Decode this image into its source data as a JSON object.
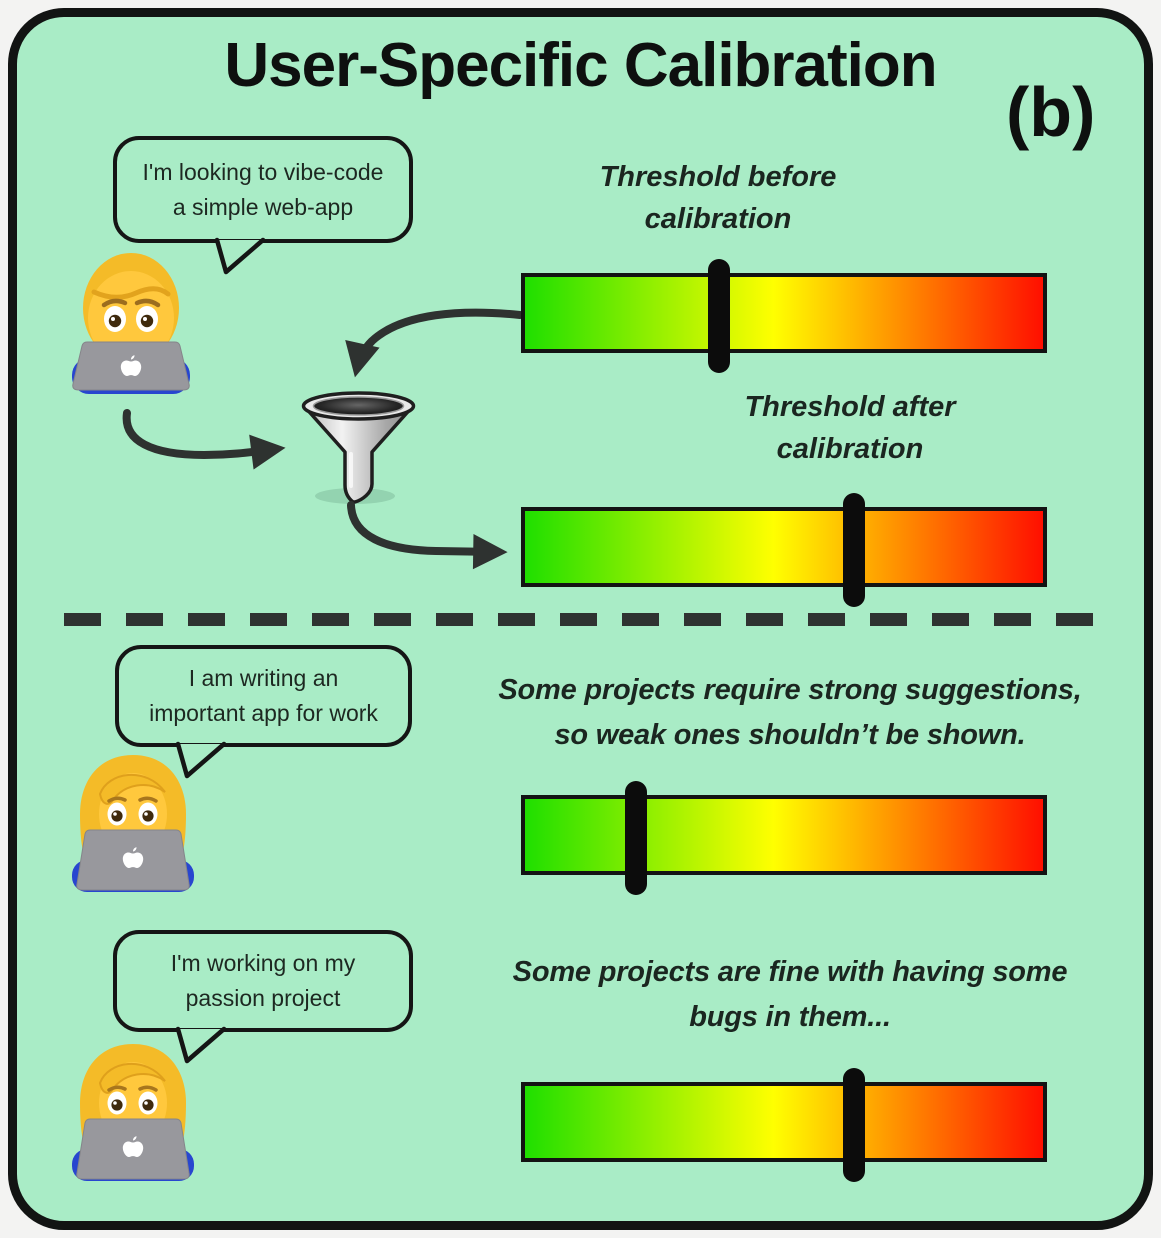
{
  "header": {
    "title": "User-Specific Calibration",
    "panel_label": "(b)"
  },
  "speech_bubbles": [
    {
      "speaker": "man-technologist",
      "lines": [
        "I'm looking to vibe-code",
        "a simple web-app"
      ]
    },
    {
      "speaker": "woman-technologist",
      "lines": [
        "I am writing an",
        "important app for work"
      ]
    },
    {
      "speaker": "woman-technologist",
      "lines": [
        "I'm working on my",
        "passion project"
      ]
    }
  ],
  "threshold_labels": [
    {
      "lines": [
        "Threshold before",
        "calibration"
      ]
    },
    {
      "lines": [
        "Threshold after",
        "calibration"
      ]
    }
  ],
  "annotations": [
    {
      "lines": [
        "Some projects require strong suggestions,",
        "so weak ones shouldn’t be shown."
      ]
    },
    {
      "lines": [
        "Some projects are fine with having some",
        "bugs in them..."
      ]
    }
  ],
  "bars": [
    {
      "context": "threshold-before-calibration",
      "marker_percent": 37.5
    },
    {
      "context": "threshold-after-calibration",
      "marker_percent": 63.5
    },
    {
      "context": "important-work-app",
      "marker_percent": 21.5
    },
    {
      "context": "passion-project",
      "marker_percent": 63.5
    }
  ],
  "icons": {
    "funnel": "funnel-icon",
    "man": "man-technologist-emoji",
    "woman": "woman-technologist-emoji",
    "laptop": "laptop-apple-logo"
  },
  "colors": {
    "canvas_background": "#f3f3f2",
    "card_background": "#a9ecc6",
    "card_border": "#121413",
    "text": "#1b2620",
    "arrow": "#2e3230",
    "marker": "#0c0c0c",
    "bar_gradient": [
      "#1fdf00",
      "#ffff00",
      "#ff0f00"
    ],
    "bar_yellow_stop": "48%",
    "shirt_blue": "#2846cf",
    "emoji_skin": "#ffc83d",
    "emoji_hair": "#f4bb28",
    "laptop_gray": "#98989d"
  }
}
